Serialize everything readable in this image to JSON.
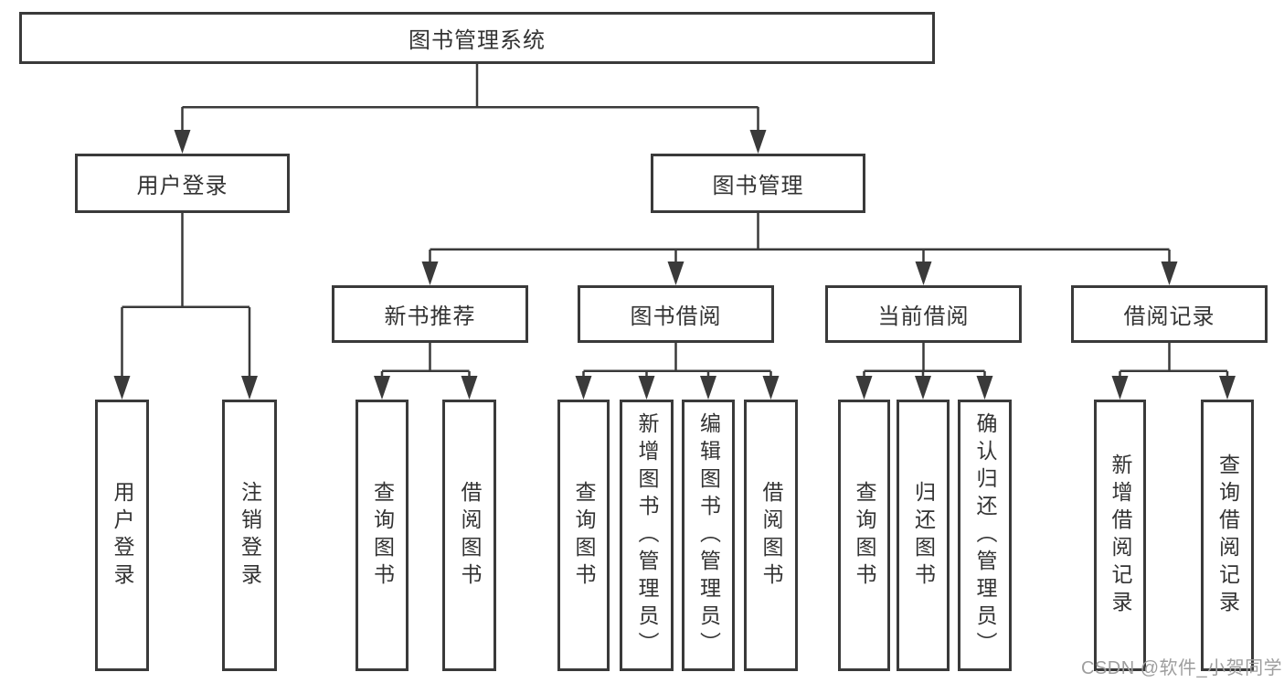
{
  "diagram": {
    "title": "图书管理系统",
    "root": {
      "label": "图书管理系统"
    },
    "level2": [
      {
        "label": "用户登录"
      },
      {
        "label": "图书管理"
      }
    ],
    "level3": [
      {
        "label": "新书推荐"
      },
      {
        "label": "图书借阅"
      },
      {
        "label": "当前借阅"
      },
      {
        "label": "借阅记录"
      }
    ],
    "leaves": {
      "user_login": [
        {
          "label": "用户登录"
        },
        {
          "label": "注销登录"
        }
      ],
      "new_book_recommend": [
        {
          "label": "查询图书"
        },
        {
          "label": "借阅图书"
        }
      ],
      "book_borrow": [
        {
          "label": "查询图书"
        },
        {
          "label": "新增图书（管理员）"
        },
        {
          "label": "编辑图书（管理员）"
        },
        {
          "label": "借阅图书"
        }
      ],
      "current_borrow": [
        {
          "label": "查询图书"
        },
        {
          "label": "归还图书"
        },
        {
          "label": "确认归还（管理员）"
        }
      ],
      "borrow_records": [
        {
          "label": "新增借阅记录"
        },
        {
          "label": "查询借阅记录"
        }
      ]
    }
  },
  "watermark": {
    "text": "CSDN @软件_小贺同学"
  },
  "colors": {
    "line": "#3a3a3a",
    "text": "#333333",
    "watermark": "#9e9e9e",
    "background": "#ffffff"
  }
}
